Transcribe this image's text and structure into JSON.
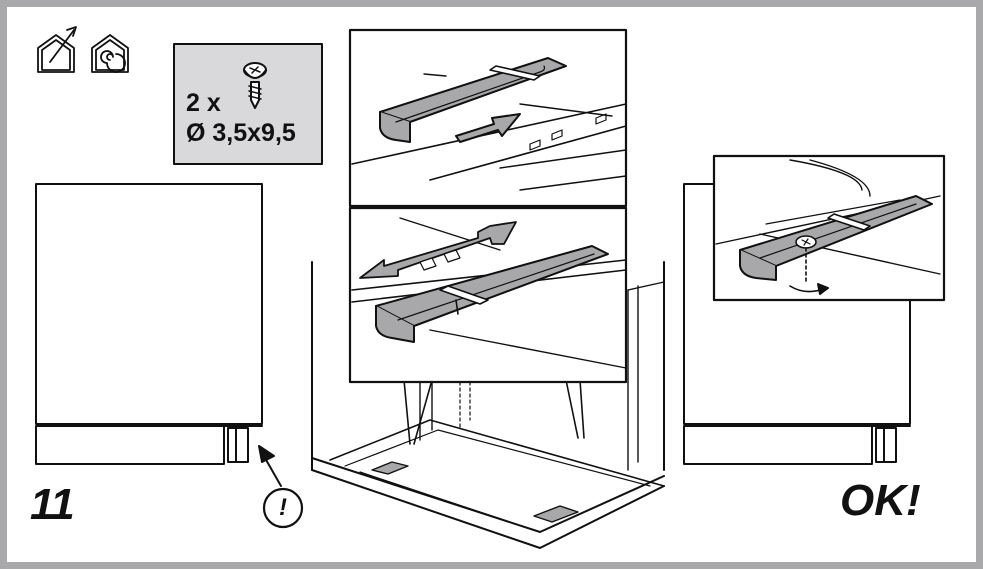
{
  "colors": {
    "frame": "#a9a9ac",
    "label_box": "#d9d9db",
    "part_fill": "#a8a8ab",
    "line": "#111111"
  },
  "icons": [
    "house-with-arrow-icon",
    "house-with-spiral-icon",
    "screw-icon",
    "warning-icon"
  ],
  "screw_label": {
    "quantity": "2 x",
    "size": "Ø 3,5x9,5"
  },
  "step_number": "11",
  "warning_mark": "!",
  "result_text": "OK!"
}
